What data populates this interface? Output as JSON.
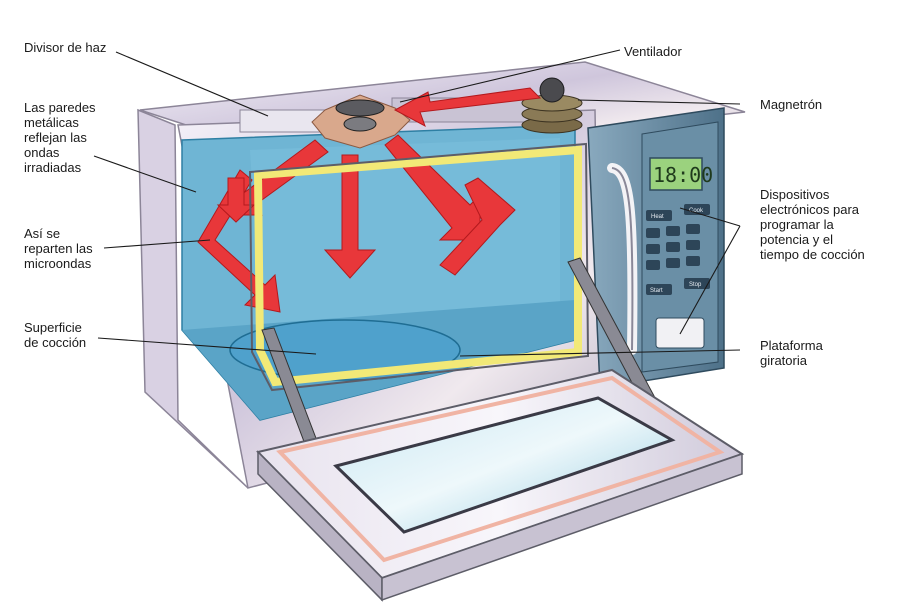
{
  "labels": {
    "beam_splitter": "Divisor de haz",
    "walls": "Las paredes\nmetálicas\nreflejan las\nondas\nirradiadas",
    "distribution": "Así se\nreparten las\nmicroondas",
    "cooking_surface": "Superficie\nde cocción",
    "fan": "Ventilador",
    "magnetron": "Magnetrón",
    "electronics": "Dispositivos\nelectrónicos para\nprogramar la\npotencia y el\ntiempo de cocción",
    "turntable": "Plataforma\ngiratoria"
  },
  "display": {
    "time": "18:00"
  },
  "keypad": {
    "btn_left": "Heat",
    "btn_right": "Cook",
    "btn_bottom_left": "Start",
    "btn_bottom_right": "Stop"
  },
  "colors": {
    "cavity": "#6fb5d4",
    "arrows": "#e8373a",
    "door_frame": "#f2e977",
    "body_metal": "#dcd5e6",
    "panel": "#5b7f98",
    "lcd": "#9bd27e"
  }
}
